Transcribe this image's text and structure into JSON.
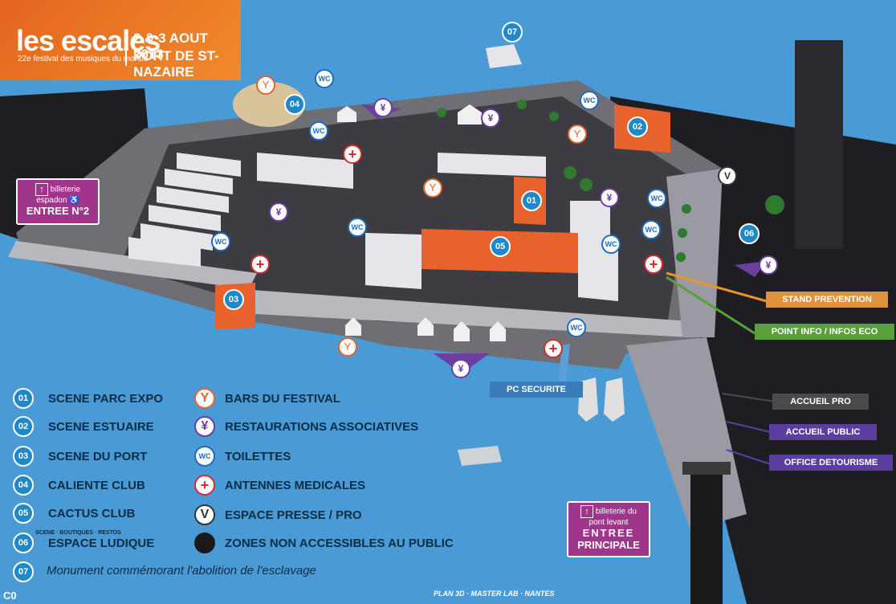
{
  "header": {
    "festival_name": "les escales",
    "festival_sub": "22e festival des musiques du monde",
    "dates": "2 & 3 AOUT 2013",
    "place": "PORT DE ST-NAZAIRE"
  },
  "map_pins": [
    "01",
    "02",
    "03",
    "04",
    "05",
    "06",
    "07"
  ],
  "callouts": {
    "stand_prevention": "STAND PREVENTION",
    "point_info": "POINT INFO / INFOS ECO",
    "pc_securite": "PC SECURITE",
    "accueil_pro": "ACCUEIL PRO",
    "accueil_public": "ACCUEIL PUBLIC",
    "office_tourisme": "OFFICE DETOURISME"
  },
  "entrances": {
    "entree2": {
      "line1": "billeterie",
      "line2": "espadon",
      "title": "ENTREE N°2"
    },
    "principale": {
      "line1": "billeterie du",
      "line2": "pont levant",
      "title1": "ENTREE",
      "title2": "PRINCIPALE"
    }
  },
  "legend_venues": [
    {
      "num": "01",
      "label": "SCENE PARC EXPO"
    },
    {
      "num": "02",
      "label": "SCENE ESTUAIRE"
    },
    {
      "num": "03",
      "label": "SCENE DU PORT"
    },
    {
      "num": "04",
      "label": "CALIENTE CLUB"
    },
    {
      "num": "05",
      "label": "CACTUS CLUB"
    },
    {
      "num": "06",
      "label": "ESPACE LUDIQUE"
    },
    {
      "num": "07",
      "label": ""
    }
  ],
  "legend_venue_sub": "SCENE · BOUTIQUES · RESTOS",
  "legend_footnote": "Monument commémorant l'abolition de l'esclavage",
  "legend_services": [
    {
      "icon": "cocktail-icon",
      "label": "BARS DU FESTIVAL",
      "color": "#e8622b"
    },
    {
      "icon": "cutlery-icon",
      "label": "RESTAURATIONS ASSOCIATIVES",
      "color": "#6a3fa0"
    },
    {
      "icon": "wc-icon",
      "label": "TOILETTES",
      "color": "#1e6cc0"
    },
    {
      "icon": "medical-cross-icon",
      "label": "ANTENNES MEDICALES",
      "color": "#d52b2b"
    },
    {
      "icon": "press-v-icon",
      "label": "ESPACE PRESSE / PRO",
      "color": "#333333"
    },
    {
      "icon": "black-dot-icon",
      "label": "ZONES NON ACCESSIBLES AU PUBLIC",
      "color": "#1a1a1a"
    }
  ],
  "icon_glyphs": {
    "wc": "WC",
    "med": "+",
    "bar": "Y",
    "resto": "¥",
    "press": "V"
  },
  "credit": "PLAN 3D · MASTER LAB · NANTES",
  "page_code": "C0",
  "colors": {
    "water": "#4a9ad6",
    "venue": "#e8622b",
    "accent": "#1e88c8"
  }
}
